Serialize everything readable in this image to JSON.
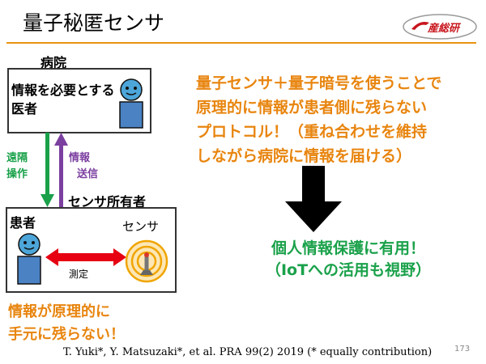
{
  "slide": {
    "title": "量子秘匿センサ",
    "logo_text": "産総研",
    "page_number": "173"
  },
  "diagram": {
    "hospital_label": "病院",
    "doctor_box_text": "情報を必要とする医者",
    "arrow_left_label": [
      "遠隔",
      "操作"
    ],
    "arrow_right_label": [
      "情報",
      "送信"
    ],
    "owner_label": "センサ所有者",
    "patient_label": "患者",
    "sensor_label": "センサ",
    "measure_label": "測定",
    "colors": {
      "green_arrow": "#1aa14a",
      "purple_arrow": "#7b3fa0",
      "red_arrow": "#e60012",
      "person_face": "#4da6d9",
      "person_body": "#4a82c4"
    }
  },
  "content": {
    "main_lines": [
      "量子センサ＋量子暗号を使うことで",
      "原理的に情報が患者側に残らない",
      "プロトコル！（重ね合わせを維持",
      "しながら病院に情報を届ける）"
    ],
    "result_lines": [
      "個人情報保護に有用！",
      "（IoTへの活用も視野）"
    ],
    "bottom_lines": [
      "情報が原理的に",
      "手元に残らない！"
    ],
    "citation": "T. Yuki*, Y. Matsuzaki*, et al. PRA 99(2)   2019 (* equally contribution)",
    "accent_color": "#e8850f"
  }
}
